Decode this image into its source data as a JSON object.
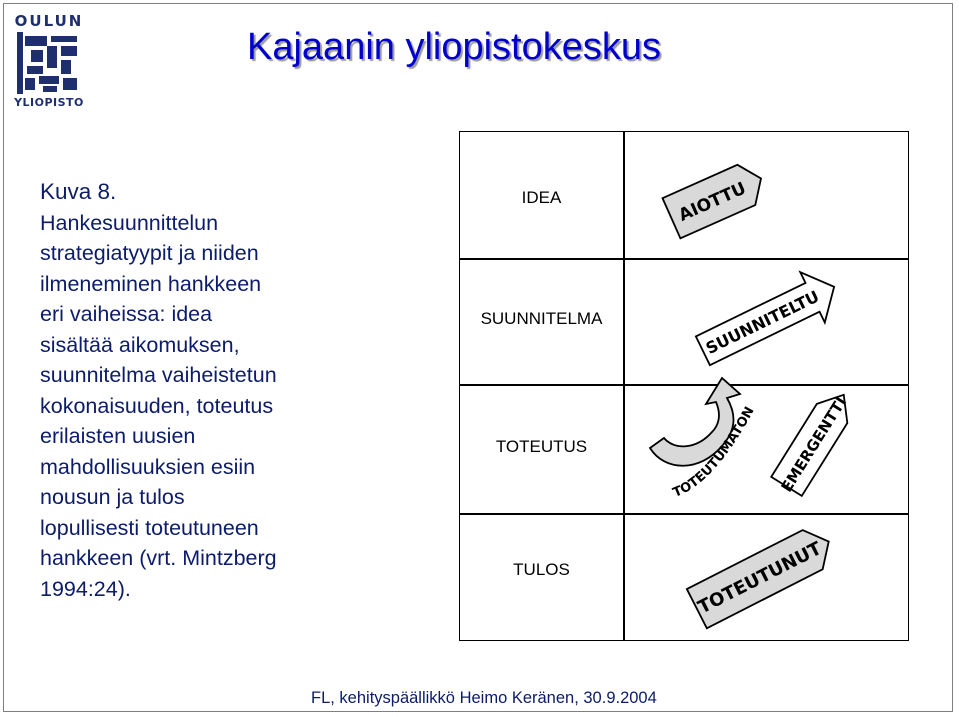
{
  "header": {
    "logo_top": "OULUN",
    "logo_bottom": "YLIOPISTO",
    "title": "Kajaanin yliopistokeskus"
  },
  "caption": {
    "lines": [
      "Kuva 8.",
      "Hankesuunnittelun",
      "strategiatyypit ja niiden",
      "ilmeneminen hankkeen",
      "eri vaiheissa: idea",
      "sisältää aikomuksen,",
      "suunnitelma vaiheistetun",
      "kokonaisuuden, toteutus",
      "erilaisten uusien",
      "mahdollisuuksien esiin",
      "nousun ja tulos",
      "lopullisesti toteutuneen",
      "hankkeen (vrt. Mintzberg",
      "1994:24)."
    ]
  },
  "diagram": {
    "rows": [
      {
        "label": "IDEA"
      },
      {
        "label": "SUUNNITELMA"
      },
      {
        "label": "TOTEUTUS"
      },
      {
        "label": "TULOS"
      }
    ],
    "arrows": {
      "aiottu": "AIOTTU",
      "suunniteltu": "SUUNNITELTU",
      "toteutumaton": "TOTEUTUMATON",
      "emergentti": "EMERGENTTI",
      "toteutunut": "TOTEUTUNUT"
    },
    "colors": {
      "arrow_fill": "#d9d9d9",
      "stroke": "#000000"
    }
  },
  "footer": {
    "text": "FL, kehityspäällikkö Heimo Keränen, 30.9.2004"
  },
  "colors": {
    "title": "#0000cc",
    "text": "#0c1c6a",
    "logo": "#1f2f6e"
  }
}
